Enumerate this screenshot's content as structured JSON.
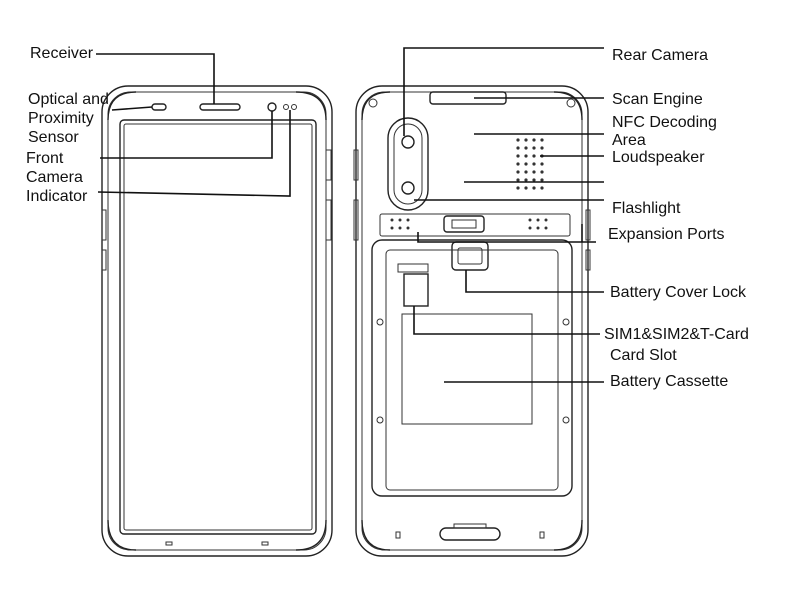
{
  "left_labels": {
    "receiver": "Receiver",
    "optical": "Optical and",
    "proximity": "Proximity",
    "sensor": "Sensor",
    "front": "Front",
    "camera": "Camera",
    "indicator": "Indicator"
  },
  "right_labels": {
    "rear_camera": "Rear Camera",
    "scan_engine": "Scan Engine",
    "nfc": "NFC Decoding",
    "area": "Area",
    "loudspeaker": "Loudspeaker",
    "flashlight": "Flashlight",
    "expansion_ports": "Expansion Ports",
    "battery_cover_lock": "Battery Cover Lock",
    "sim_slot": "SIM1&SIM2&T-Card",
    "card_slot": "Card Slot",
    "battery_cassette": "Battery Cassette"
  }
}
